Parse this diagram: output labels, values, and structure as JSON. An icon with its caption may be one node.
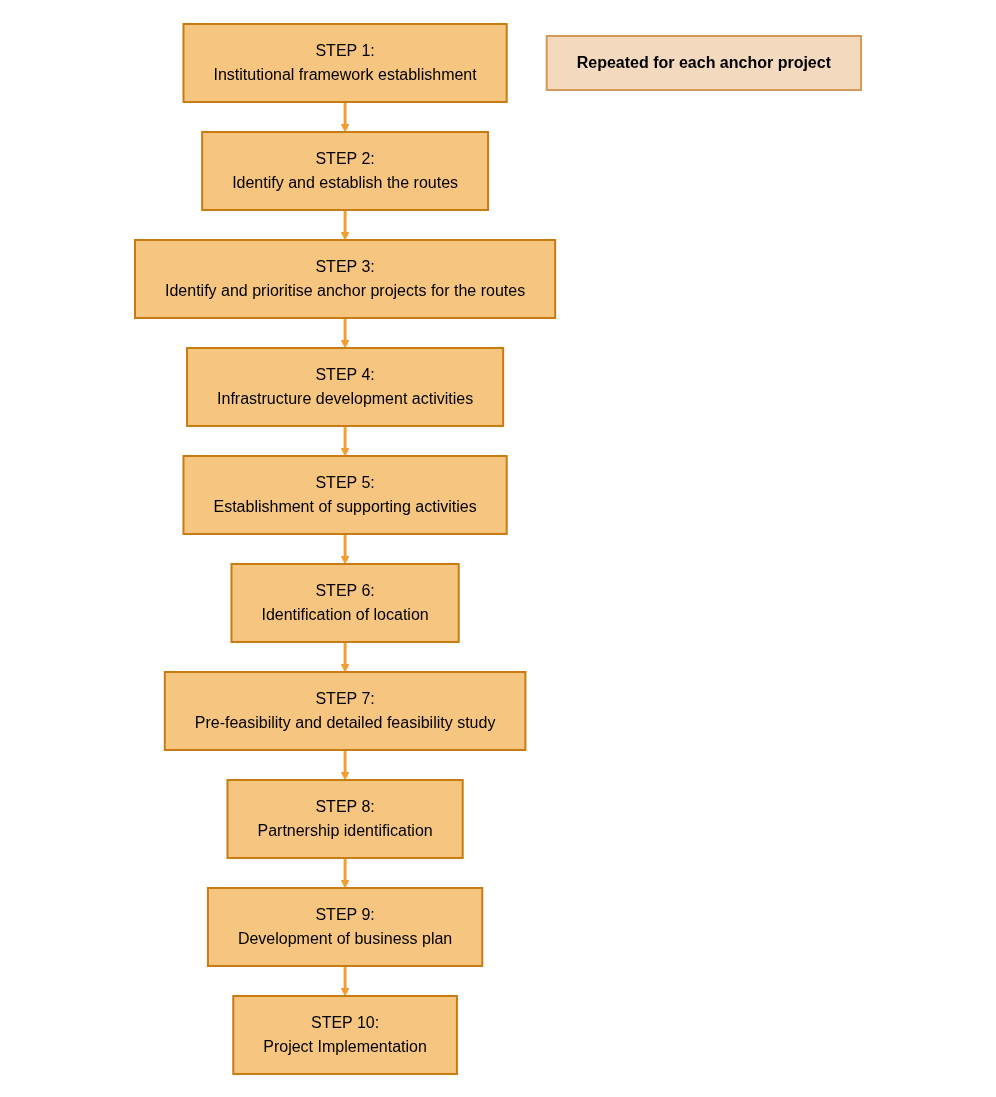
{
  "diagram": {
    "nodes": [
      {
        "text": [
          "STEP 1:",
          "Institutional framework establishment"
        ]
      },
      {
        "text": [
          "STEP 2:",
          "Identify and establish the routes"
        ]
      },
      {
        "text": [
          "STEP 3:",
          "Identify and prioritise anchor projects for the routes"
        ]
      },
      {
        "text": [
          "STEP 4:",
          "Infrastructure development activities"
        ]
      },
      {
        "text": [
          "STEP 5:",
          "Establishment of supporting activities"
        ]
      },
      {
        "text": [
          "Repeated for each anchor project"
        ]
      },
      {
        "text": [
          "STEP 6:",
          "Identification of location"
        ]
      },
      {
        "text": [
          "STEP 7:",
          "Pre-feasibility and detailed feasibility study"
        ]
      },
      {
        "text": [
          "STEP 8:",
          "Partnership identification"
        ]
      },
      {
        "text": [
          "STEP 9:",
          "Development of business plan"
        ]
      },
      {
        "text": [
          "STEP 10:",
          "Project Implementation"
        ]
      }
    ],
    "edges": [
      {
        "from": 0,
        "to": 1,
        "arrow": "to"
      },
      {
        "from": 1,
        "to": 2,
        "arrow": "to"
      },
      {
        "from": 2,
        "to": 3,
        "arrow": "to"
      },
      {
        "from": 3,
        "to": 4,
        "arrow": "to"
      },
      {
        "from": 4,
        "to": 6,
        "arrow": "to"
      },
      {
        "from": 6,
        "to": 7,
        "arrow": "to"
      },
      {
        "from": 7,
        "to": 8,
        "arrow": "to"
      },
      {
        "from": 8,
        "to": 9,
        "arrow": "to"
      },
      {
        "from": 9,
        "to": 10,
        "arrow": "to"
      }
    ]
  }
}
